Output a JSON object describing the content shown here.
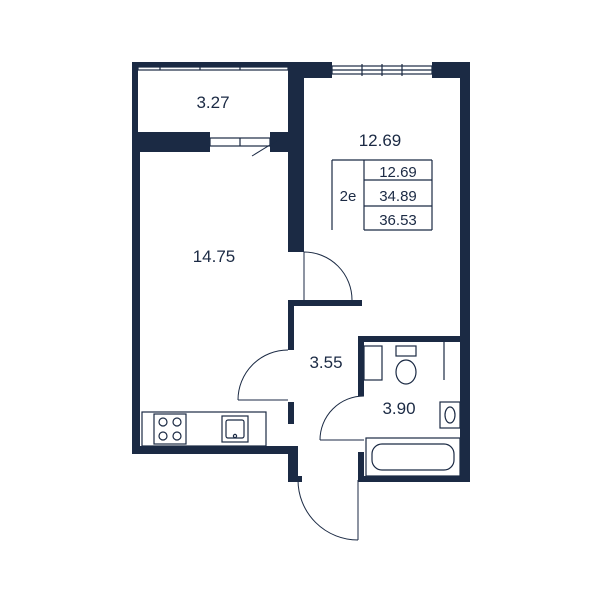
{
  "rooms": {
    "balcony_area": "3.27",
    "kitchen_area": "14.75",
    "bedroom_area": "12.69",
    "hall_area": "3.55",
    "bath_area": "3.90"
  },
  "summary": {
    "type_code": "2e",
    "living_area": "12.69",
    "total_area": "34.89",
    "total_with_balcony": "36.53"
  },
  "colors": {
    "wall": "#1b2a44",
    "background": "#ffffff"
  }
}
